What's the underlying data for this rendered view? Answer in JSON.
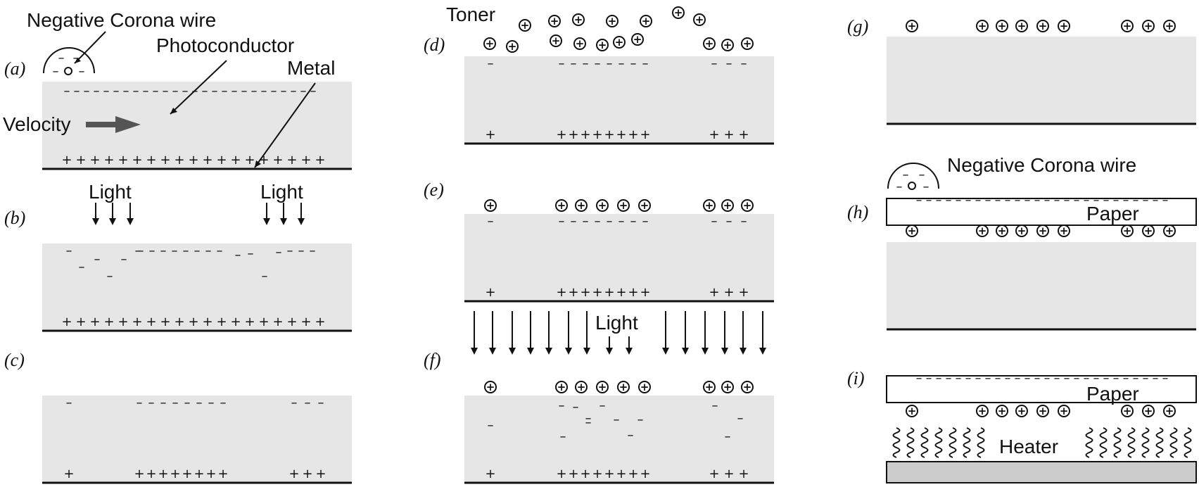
{
  "labels": {
    "negative_corona_wire": "Negative Corona wire",
    "photoconductor": "Photoconductor",
    "metal": "Metal",
    "velocity": "Velocity",
    "light": "Light",
    "toner": "Toner",
    "paper": "Paper",
    "heater": "Heater"
  },
  "panels": [
    "(a)",
    "(b)",
    "(c)",
    "(d)",
    "(e)",
    "(f)",
    "(g)",
    "(h)",
    "(i)"
  ],
  "symbols": {
    "minus": "–",
    "plus": "+"
  },
  "colors": {
    "photoconductor": "#e6e6e6",
    "heater_plate": "#cccccc",
    "ink": "#111111",
    "arrow": "#555555"
  }
}
